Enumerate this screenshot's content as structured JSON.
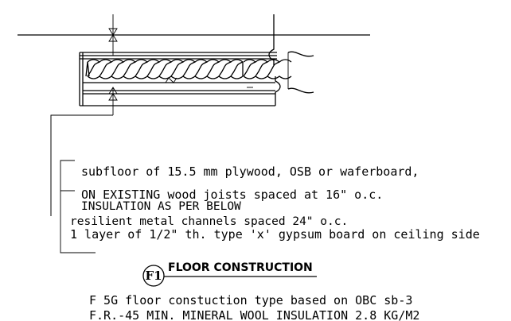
{
  "notes": {
    "subfloor": "subfloor of 15.5 mm plywood, OSB or waferboard,",
    "joists": "ON EXISTING  wood joists spaced at 16\" o.c.",
    "insulation": "INSULATION AS PER BELOW",
    "channels": "resilient metal channels spaced 24\" o.c.",
    "gypsum": "1 layer of 1/2\" th. type 'x'  gypsum board on ceiling side"
  },
  "title": {
    "tag": "F1",
    "label": "FLOOR CONSTRUCTION"
  },
  "description": {
    "line1": "F 5G floor constuction type based on OBC sb-3",
    "line2": "F.R.-45 MIN.   MINERAL WOOL INSULATION  2.8 KG/M2"
  }
}
